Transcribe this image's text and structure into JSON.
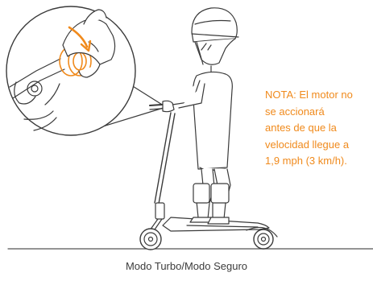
{
  "note": {
    "lines": [
      "NOTA: El motor no",
      "se accionará",
      "antes de que la",
      "velocidad llegue a",
      "1,9 mph (3 km/h)."
    ]
  },
  "caption": "Modo Turbo/Modo Seguro",
  "colors": {
    "accent": "#f08a1c",
    "line": "#3a3a3a",
    "text": "#3c3c3c"
  },
  "icons": {
    "zoom_detail": "hand-pressing-throttle",
    "motion": "curved-arrow-icon",
    "figure": "rider-on-scooter"
  }
}
